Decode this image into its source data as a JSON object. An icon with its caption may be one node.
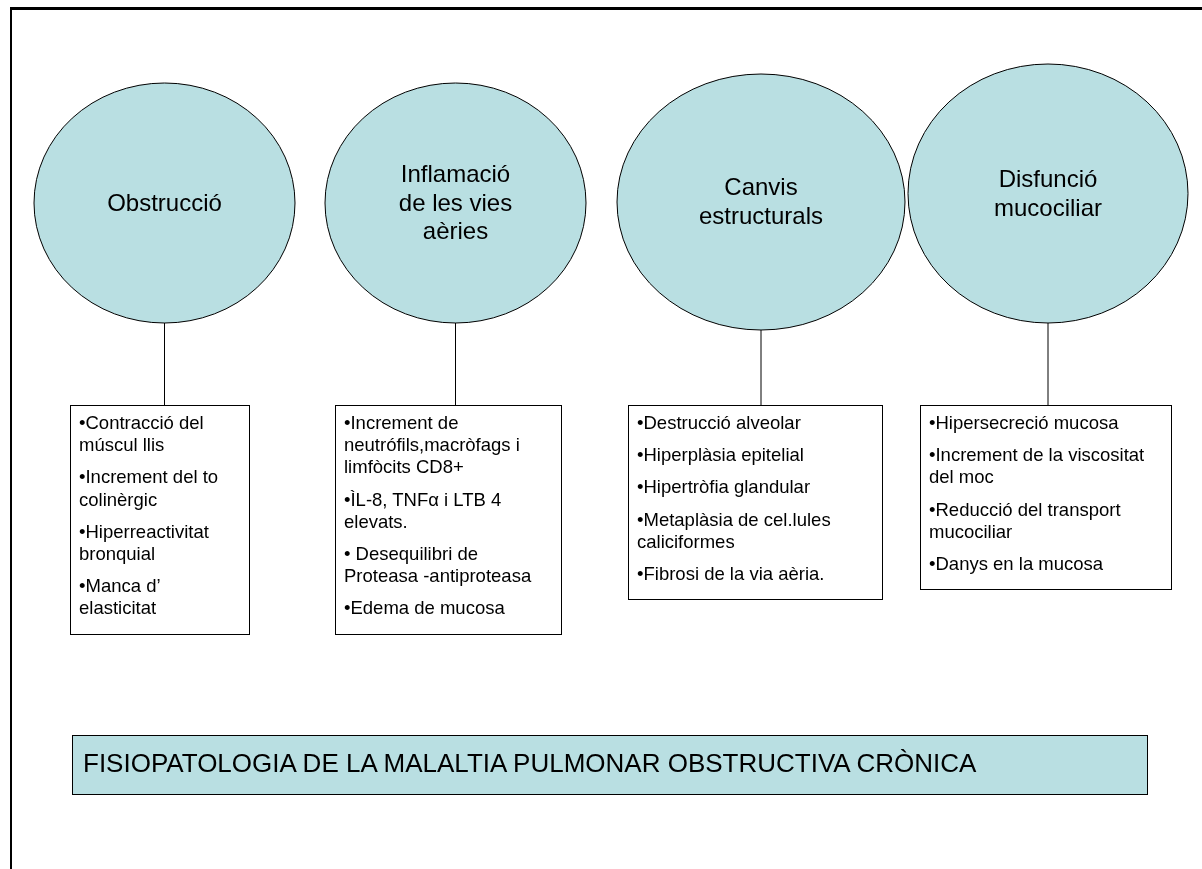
{
  "diagram": {
    "nodes": [
      {
        "text": [
          "Obstrucció"
        ]
      },
      {
        "text": [
          "Inflamació de les vies aèries"
        ]
      },
      {
        "text": [
          "Canvis estructurals"
        ]
      },
      {
        "text": [
          "Disfunció mucociliar"
        ]
      },
      {
        "text": [
          "•Contracció del múscul llis",
          "•Increment del to colinèrgic",
          "•Hiperreactivitat bronquial",
          "•Manca d’ elasticitat"
        ]
      },
      {
        "text": [
          "•Increment de neutrófils,macròfags i limfòcits CD8+",
          "•ÌL-8, TNFα i LTB 4 elevats.",
          "• Desequilibri de Proteasa -antiproteasa",
          "•Edema de mucosa"
        ]
      },
      {
        "text": [
          "•Destrucció alveolar",
          "•Hiperplàsia epitelial",
          "•Hipertròfia glandular",
          "•Metaplàsia de cel.lules caliciformes",
          "•Fibrosi de la via aèria."
        ]
      },
      {
        "text": [
          "•Hipersecreció mucosa",
          "•Increment de la viscositat del moc",
          "•Reducció del transport mucociliar",
          "•Danys en la mucosa"
        ]
      },
      {
        "text": [
          "FISIOPATOLOGIA DE LA MALALTIA PULMONAR OBSTRUCTIVA CRÒNICA"
        ]
      }
    ],
    "edges": [
      {
        "from": 0,
        "to": 4,
        "arrow": "none"
      },
      {
        "from": 1,
        "to": 5,
        "arrow": "none"
      },
      {
        "from": 2,
        "to": 6,
        "arrow": "none"
      },
      {
        "from": 3,
        "to": 7,
        "arrow": "none"
      }
    ]
  }
}
